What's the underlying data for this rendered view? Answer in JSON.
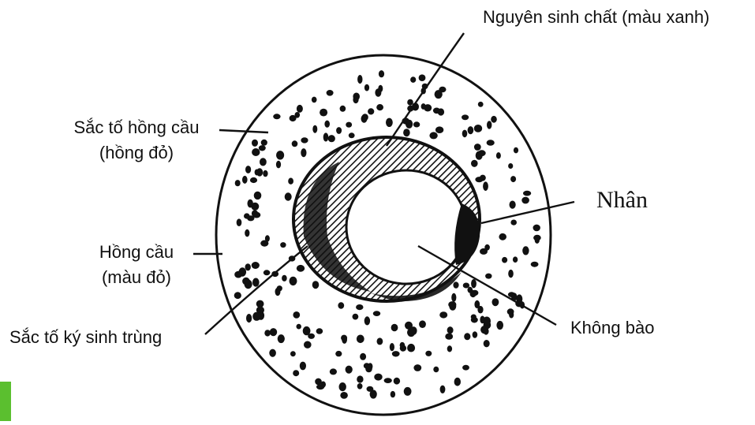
{
  "labels": {
    "protoplasm": "Nguyên sinh chất (màu xanh)",
    "hemoglobin_line1": "Sắc tố hồng cầu",
    "hemoglobin_line2": "(hồng đỏ)",
    "rbc_line1": "Hồng cầu",
    "rbc_line2": "(màu đỏ)",
    "parasite_pigment": "Sắc tố ký sinh trùng",
    "nucleus": "Nhân",
    "vacuole": "Không bào"
  },
  "colors": {
    "ink": "#111111",
    "background": "#ffffff",
    "accent": "#5bbf2f"
  }
}
